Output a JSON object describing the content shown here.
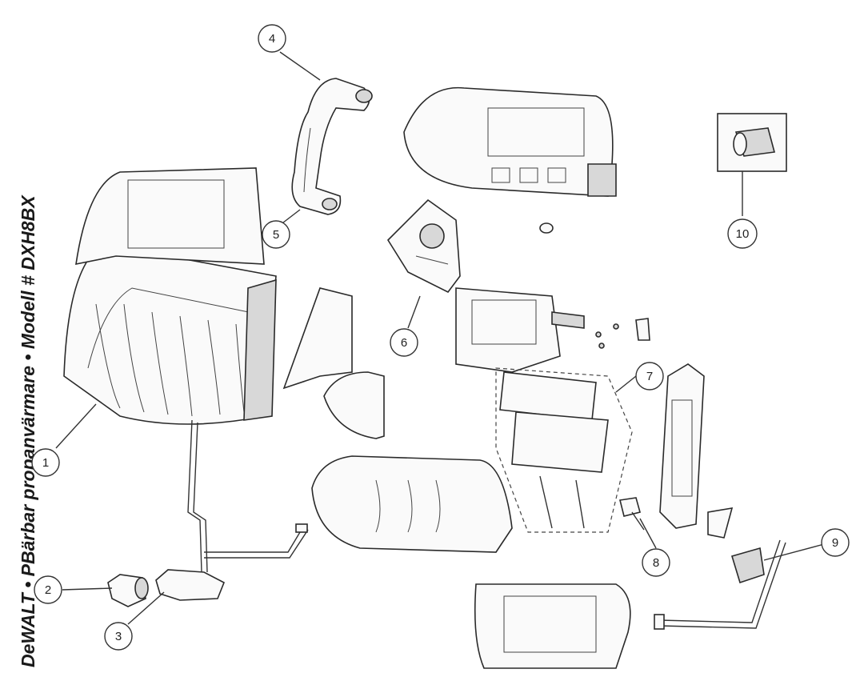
{
  "title": "DeWALT • PBärbar propanvärmare • Modell # DXH8BX",
  "callouts": [
    "1",
    "2",
    "3",
    "4",
    "5",
    "6",
    "7",
    "8",
    "9",
    "10"
  ]
}
